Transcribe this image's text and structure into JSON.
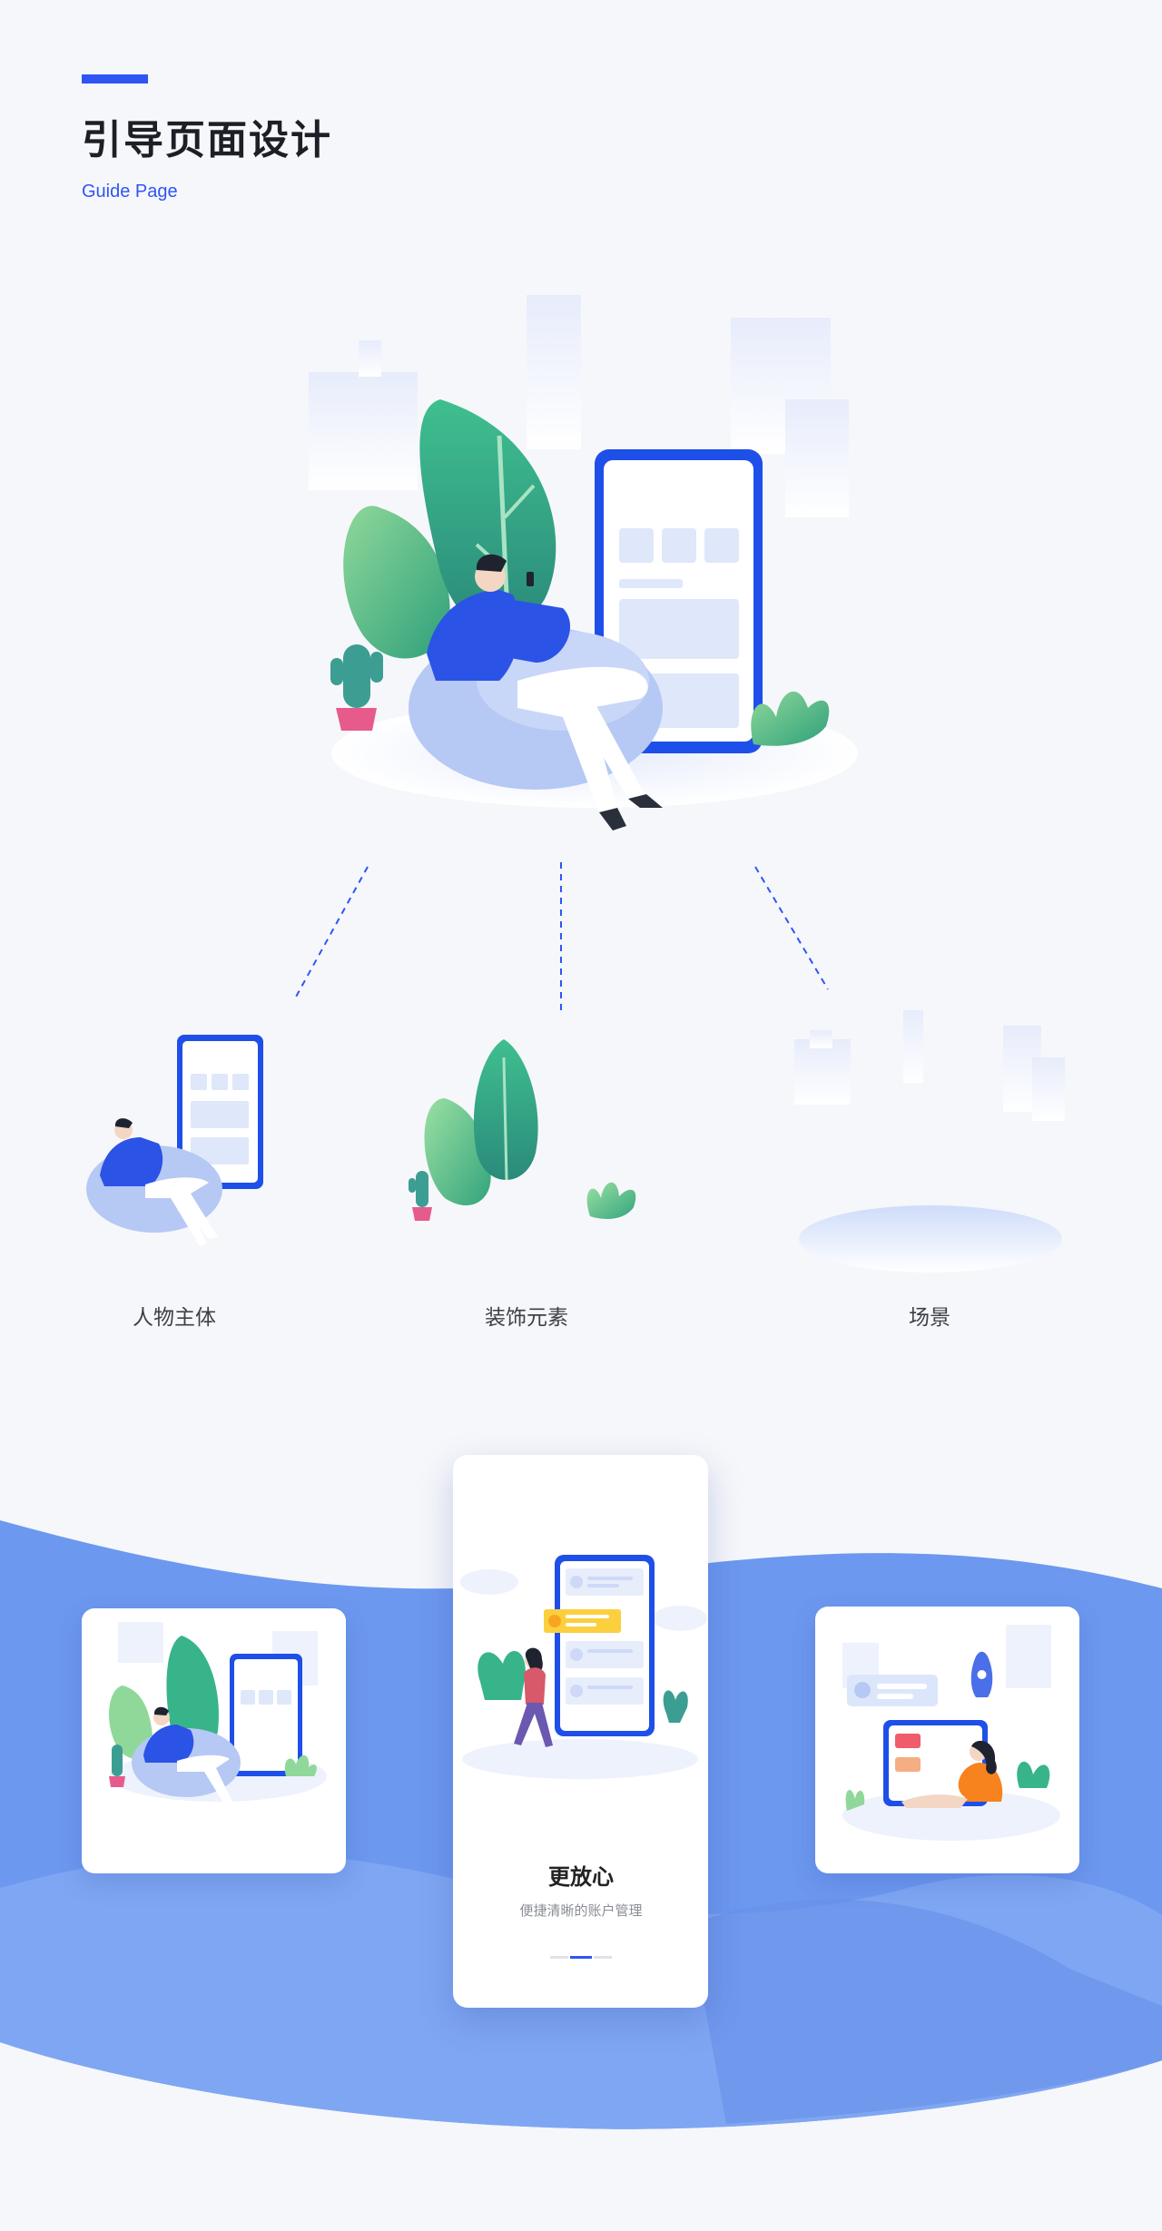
{
  "header": {
    "title": "引导页面设计",
    "subtitle": "Guide Page"
  },
  "parts": [
    {
      "label": "人物主体"
    },
    {
      "label": "装饰元素"
    },
    {
      "label": "场景"
    }
  ],
  "showcase": {
    "phone_title": "更放心",
    "phone_desc": "便捷清晰的账户管理",
    "page_indicator": {
      "count": 3,
      "active": 2
    }
  },
  "colors": {
    "accent": "#2f55f5",
    "wave": "#6d98ef",
    "wave_light": "#8cb1f5",
    "plant_green": "#38b48a",
    "person_blue": "#2b53e6"
  }
}
